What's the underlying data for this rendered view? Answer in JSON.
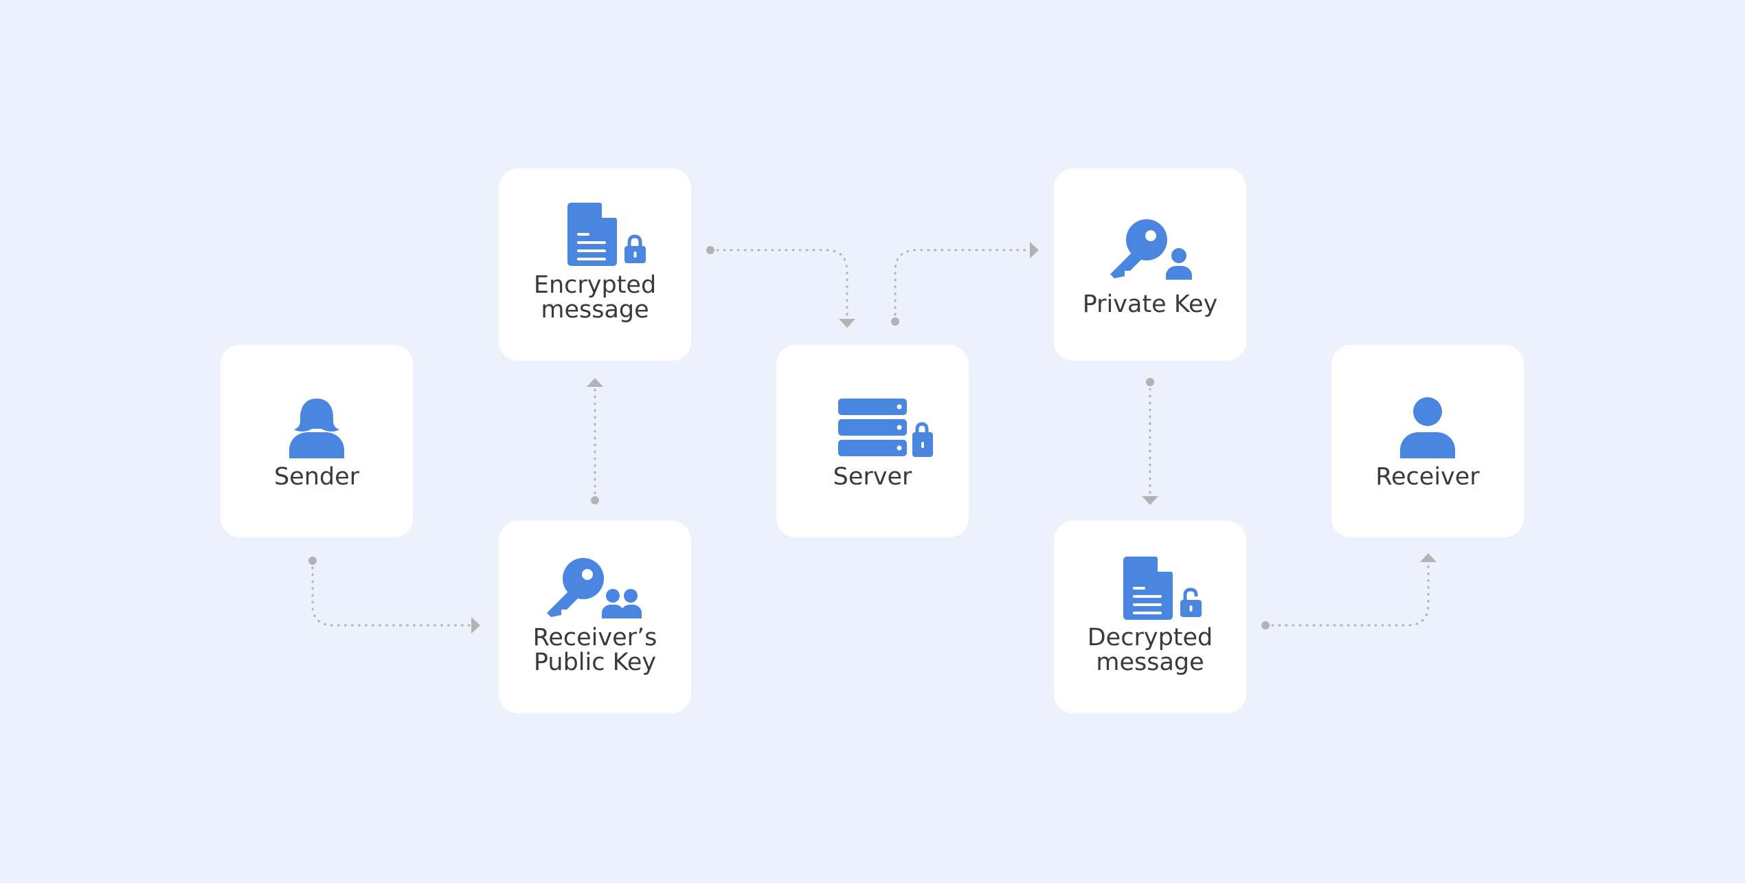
{
  "colors": {
    "background": "#edf1fb",
    "card": "#ffffff",
    "icon": "#4a86e0",
    "connector": "#b3b3b3",
    "text": "#3a3a3a"
  },
  "nodes": {
    "sender": {
      "label": "Sender",
      "icon": "female-user-icon"
    },
    "encrypted": {
      "label_line1": "Encrypted",
      "label_line2": "message",
      "icon": "locked-document-icon"
    },
    "public_key": {
      "label_line1": "Receiver’s",
      "label_line2": "Public Key",
      "icon": "key-with-users-icon"
    },
    "server": {
      "label": "Server",
      "icon": "locked-server-icon"
    },
    "private_key": {
      "label": "Private Key",
      "icon": "key-with-user-icon"
    },
    "decrypted": {
      "label_line1": "Decrypted",
      "label_line2": "message",
      "icon": "unlocked-document-icon"
    },
    "receiver": {
      "label": "Receiver",
      "icon": "user-icon"
    }
  },
  "edges": [
    {
      "from": "Sender",
      "to": "Receiver’s Public Key"
    },
    {
      "from": "Receiver’s Public Key",
      "to": "Encrypted message"
    },
    {
      "from": "Encrypted message",
      "to": "Server"
    },
    {
      "from": "Server",
      "to": "Private Key"
    },
    {
      "from": "Private Key",
      "to": "Decrypted message"
    },
    {
      "from": "Decrypted message",
      "to": "Receiver"
    }
  ]
}
